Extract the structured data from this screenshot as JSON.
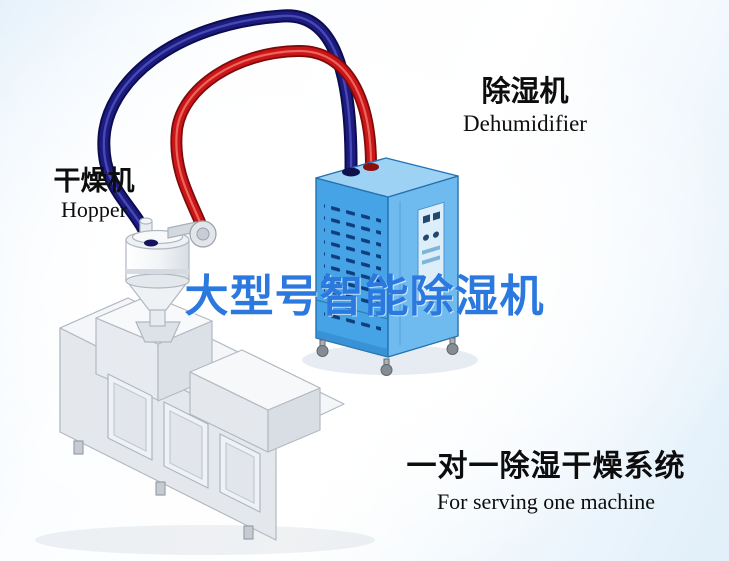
{
  "labels": {
    "dryer": {
      "cn": "干燥机",
      "en": "Hopper"
    },
    "dehumidifier": {
      "cn": "除湿机",
      "en": "Dehumidifier"
    },
    "headline": "大型号智能除湿机",
    "system": {
      "cn": "一对一除湿干燥系统",
      "en": "For serving one machine"
    }
  },
  "colors": {
    "pipe_blue": "#1b1b80",
    "pipe_red": "#cc1518",
    "cabinet_blue": "#46a3e5",
    "headline_blue": "#2b79df"
  }
}
